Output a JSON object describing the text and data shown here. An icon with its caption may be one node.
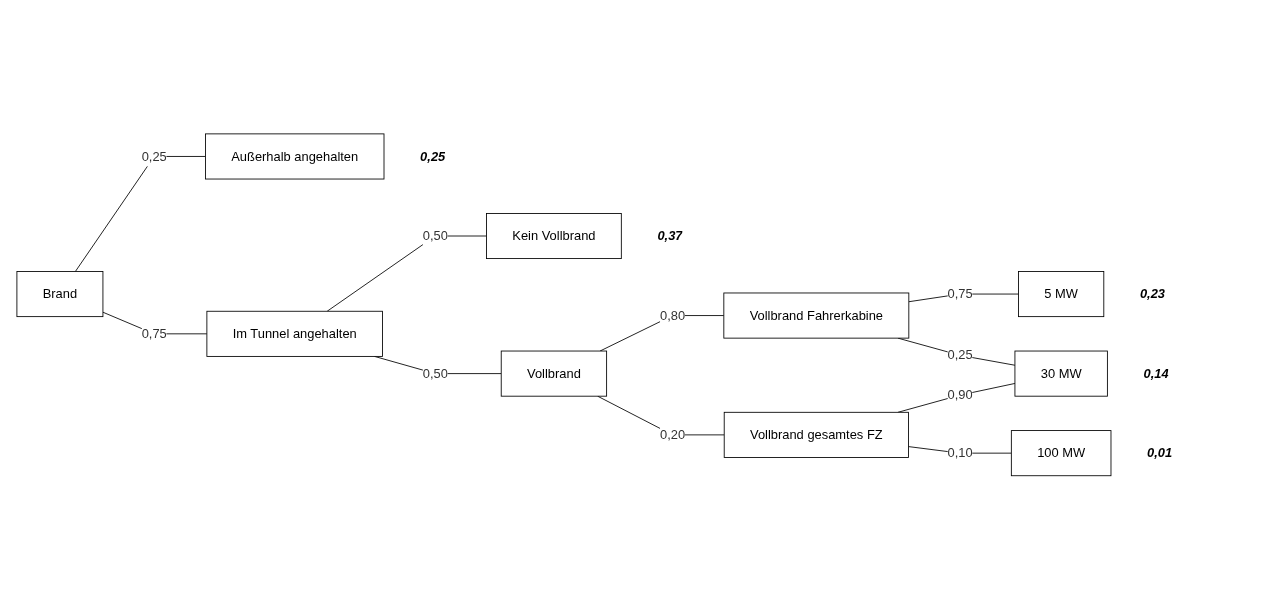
{
  "diagram": {
    "nodes": [
      {
        "text": [
          "Brand"
        ]
      },
      {
        "text": [
          "Außerhalb angehalten"
        ],
        "beside": [
          "0,25"
        ]
      },
      {
        "text": [
          "Im Tunnel angehalten"
        ]
      },
      {
        "text": [
          "Kein Vollbrand"
        ],
        "beside": [
          "0,37"
        ]
      },
      {
        "text": [
          "Vollbrand"
        ]
      },
      {
        "text": [
          "Vollbrand Fahrerkabine"
        ]
      },
      {
        "text": [
          "Vollbrand gesamtes FZ"
        ]
      },
      {
        "text": [
          "5 MW"
        ],
        "beside": [
          "0,23"
        ]
      },
      {
        "text": [
          "30 MW"
        ],
        "beside": [
          "0,14"
        ]
      },
      {
        "text": [
          "100 MW"
        ],
        "beside": [
          "0,01"
        ]
      }
    ],
    "edges": [
      {
        "from": 0,
        "to": 1,
        "arrow": "none",
        "label": "0,25"
      },
      {
        "from": 0,
        "to": 2,
        "arrow": "none",
        "label": "0,75"
      },
      {
        "from": 2,
        "to": 3,
        "arrow": "none",
        "label": "0,50"
      },
      {
        "from": 2,
        "to": 4,
        "arrow": "none",
        "label": "0,50"
      },
      {
        "from": 4,
        "to": 5,
        "arrow": "none",
        "label": "0,80"
      },
      {
        "from": 4,
        "to": 6,
        "arrow": "none",
        "label": "0,20"
      },
      {
        "from": 5,
        "to": 7,
        "arrow": "none",
        "label": "0,75"
      },
      {
        "from": 5,
        "to": 8,
        "arrow": "none",
        "label": "0,25"
      },
      {
        "from": 6,
        "to": 8,
        "arrow": "none",
        "label": "0,90"
      },
      {
        "from": 6,
        "to": 9,
        "arrow": "none",
        "label": "0,10"
      }
    ]
  }
}
